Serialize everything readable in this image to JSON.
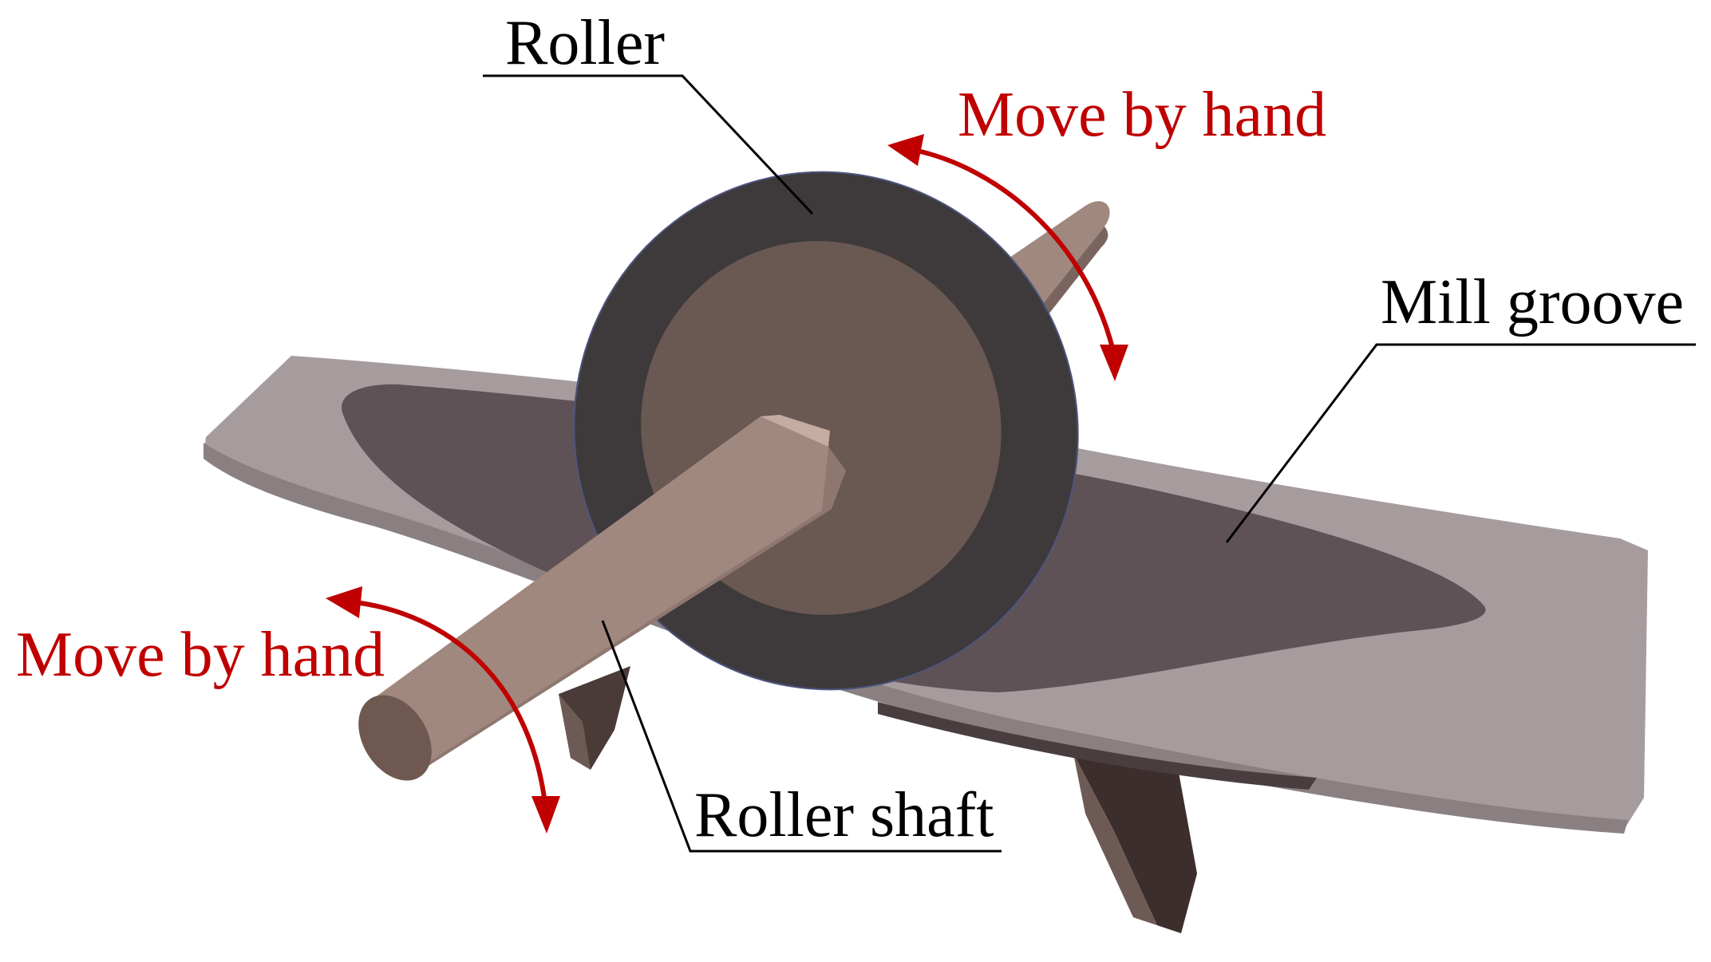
{
  "labels": {
    "roller": "Roller",
    "mill_groove": "Mill groove",
    "roller_shaft": "Roller shaft",
    "move_top": "Move by hand",
    "move_left": "Move by hand"
  },
  "colors": {
    "label_text": "#000000",
    "annotation_red": "#c00000",
    "groove_rim": "#a69c9e",
    "groove_rim_edge": "#8a8082",
    "groove_inner": "#5f5257",
    "roller_rim": "#3e3a3b",
    "roller_face": "#6a5852",
    "shaft": "#a0887f",
    "shaft_dark": "#7a655e",
    "leg": "#4a3b38",
    "leg_light": "#6e5a55"
  }
}
